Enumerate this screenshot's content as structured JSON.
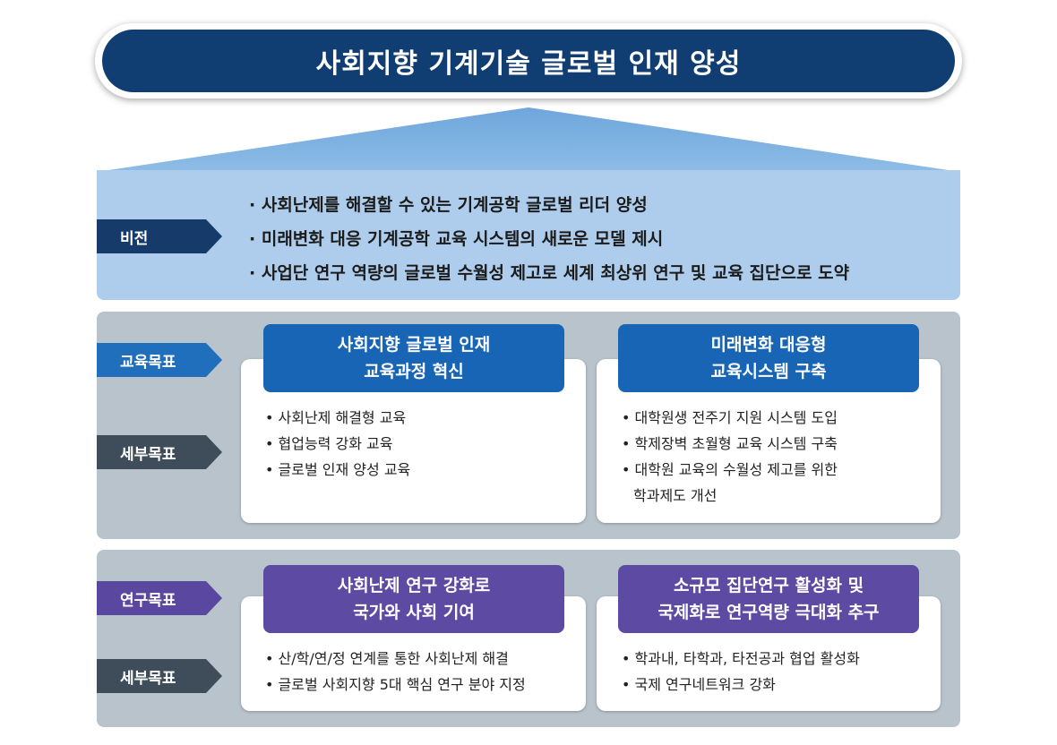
{
  "title": "사회지향 기계기술 글로벌 인재 양성",
  "colors": {
    "title_bg": "#113e72",
    "roof_top": "#7fb0e0",
    "vision_bg": "#aecdec",
    "panel_bg": "#b8c3cb",
    "education_heading": "#1865b6",
    "research_heading": "#5d4aa3"
  },
  "vision": {
    "label": "비전",
    "items": [
      "· 사회난제를 해결할 수 있는 기계공학 글로벌 리더 양성",
      "· 미래변화 대응 기계공학 교육 시스템의 새로운 모델 제시",
      "· 사업단 연구 역량의 글로벌 수월성 제고로 세계 최상위 연구 및 교육 집단으로 도약"
    ]
  },
  "education": {
    "goal_label": "교육목표",
    "detail_label": "세부목표",
    "cards": [
      {
        "heading": [
          "사회지향 글로벌 인재",
          "교육과정 혁신"
        ],
        "items": [
          "• 사회난제 해결형 교육",
          "• 협업능력 강화 교육",
          "• 글로벌 인재 양성 교육"
        ]
      },
      {
        "heading": [
          "미래변화 대응형",
          "교육시스템 구축"
        ],
        "items": [
          "• 대학원생 전주기 지원 시스템 도입",
          "• 학제장벽 초월형 교육 시스템 구축",
          "• 대학원 교육의 수월성 제고를 위한",
          "학과제도 개선"
        ]
      }
    ]
  },
  "research": {
    "goal_label": "연구목표",
    "detail_label": "세부목표",
    "cards": [
      {
        "heading": [
          "사회난제 연구 강화로",
          "국가와 사회 기여"
        ],
        "items": [
          "• 산/학/연/정 연계를 통한 사회난제 해결",
          "• 글로벌 사회지향 5대 핵심 연구 분야 지정"
        ]
      },
      {
        "heading": [
          "소규모 집단연구 활성화 및",
          "국제화로 연구역량 극대화 추구"
        ],
        "items": [
          "• 학과내, 타학과, 타전공과 협업 활성화",
          "• 국제 연구네트워크 강화"
        ]
      }
    ]
  }
}
